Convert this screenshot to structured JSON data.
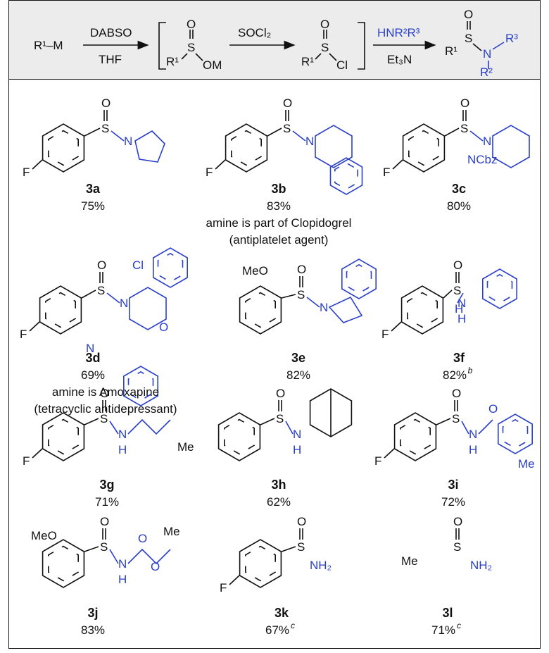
{
  "scheme": {
    "reactant": "R¹–M",
    "step1_reagent": "DABSO",
    "step1_solvent": "THF",
    "int1_sub": "R¹",
    "int1_s": "S",
    "int1_o": "O",
    "int1_om": "OM",
    "step2_reagent": "SOCl₂",
    "int2_sub": "R¹",
    "int2_s": "S",
    "int2_o": "O",
    "int2_cl": "Cl",
    "step3_reagent": "HNR²R³",
    "step3_base": "Et₃N",
    "prod_r1": "R¹",
    "prod_s": "S",
    "prod_o": "O",
    "prod_n": "N",
    "prod_r2": "R²",
    "prod_r3": "R³"
  },
  "compounds": [
    {
      "id": "3a",
      "yield": "75%"
    },
    {
      "id": "3b",
      "yield": "83%",
      "note1": "amine is part of Clopidogrel",
      "note2": "(antiplatelet agent)"
    },
    {
      "id": "3c",
      "yield": "80%",
      "label": "NCbz"
    },
    {
      "id": "3d",
      "yield": "69%",
      "note1": "amine is Amoxapine",
      "note2": "(tetracyclic antidepressant)",
      "label_cl": "Cl",
      "label_o": "O",
      "label_n": "N"
    },
    {
      "id": "3e",
      "yield": "82%",
      "label_meo": "MeO"
    },
    {
      "id": "3f",
      "yield": "82%",
      "sup": "b",
      "label_nh": "H"
    },
    {
      "id": "3g",
      "yield": "71%",
      "label_me": "Me"
    },
    {
      "id": "3h",
      "yield": "62%"
    },
    {
      "id": "3i",
      "yield": "72%",
      "label_me": "Me"
    },
    {
      "id": "3j",
      "yield": "83%",
      "label_meo": "MeO",
      "label_me": "Me"
    },
    {
      "id": "3k",
      "yield": "67%",
      "sup": "c",
      "label": "NH₂"
    },
    {
      "id": "3l",
      "yield": "71%",
      "sup": "c",
      "label_me": "Me",
      "label": "NH₂"
    }
  ],
  "atoms": {
    "S": "S",
    "O": "O",
    "N": "N",
    "H": "H",
    "F": "F"
  },
  "colors": {
    "blue": "#2a3fc9",
    "header_bg": "#ececec"
  }
}
